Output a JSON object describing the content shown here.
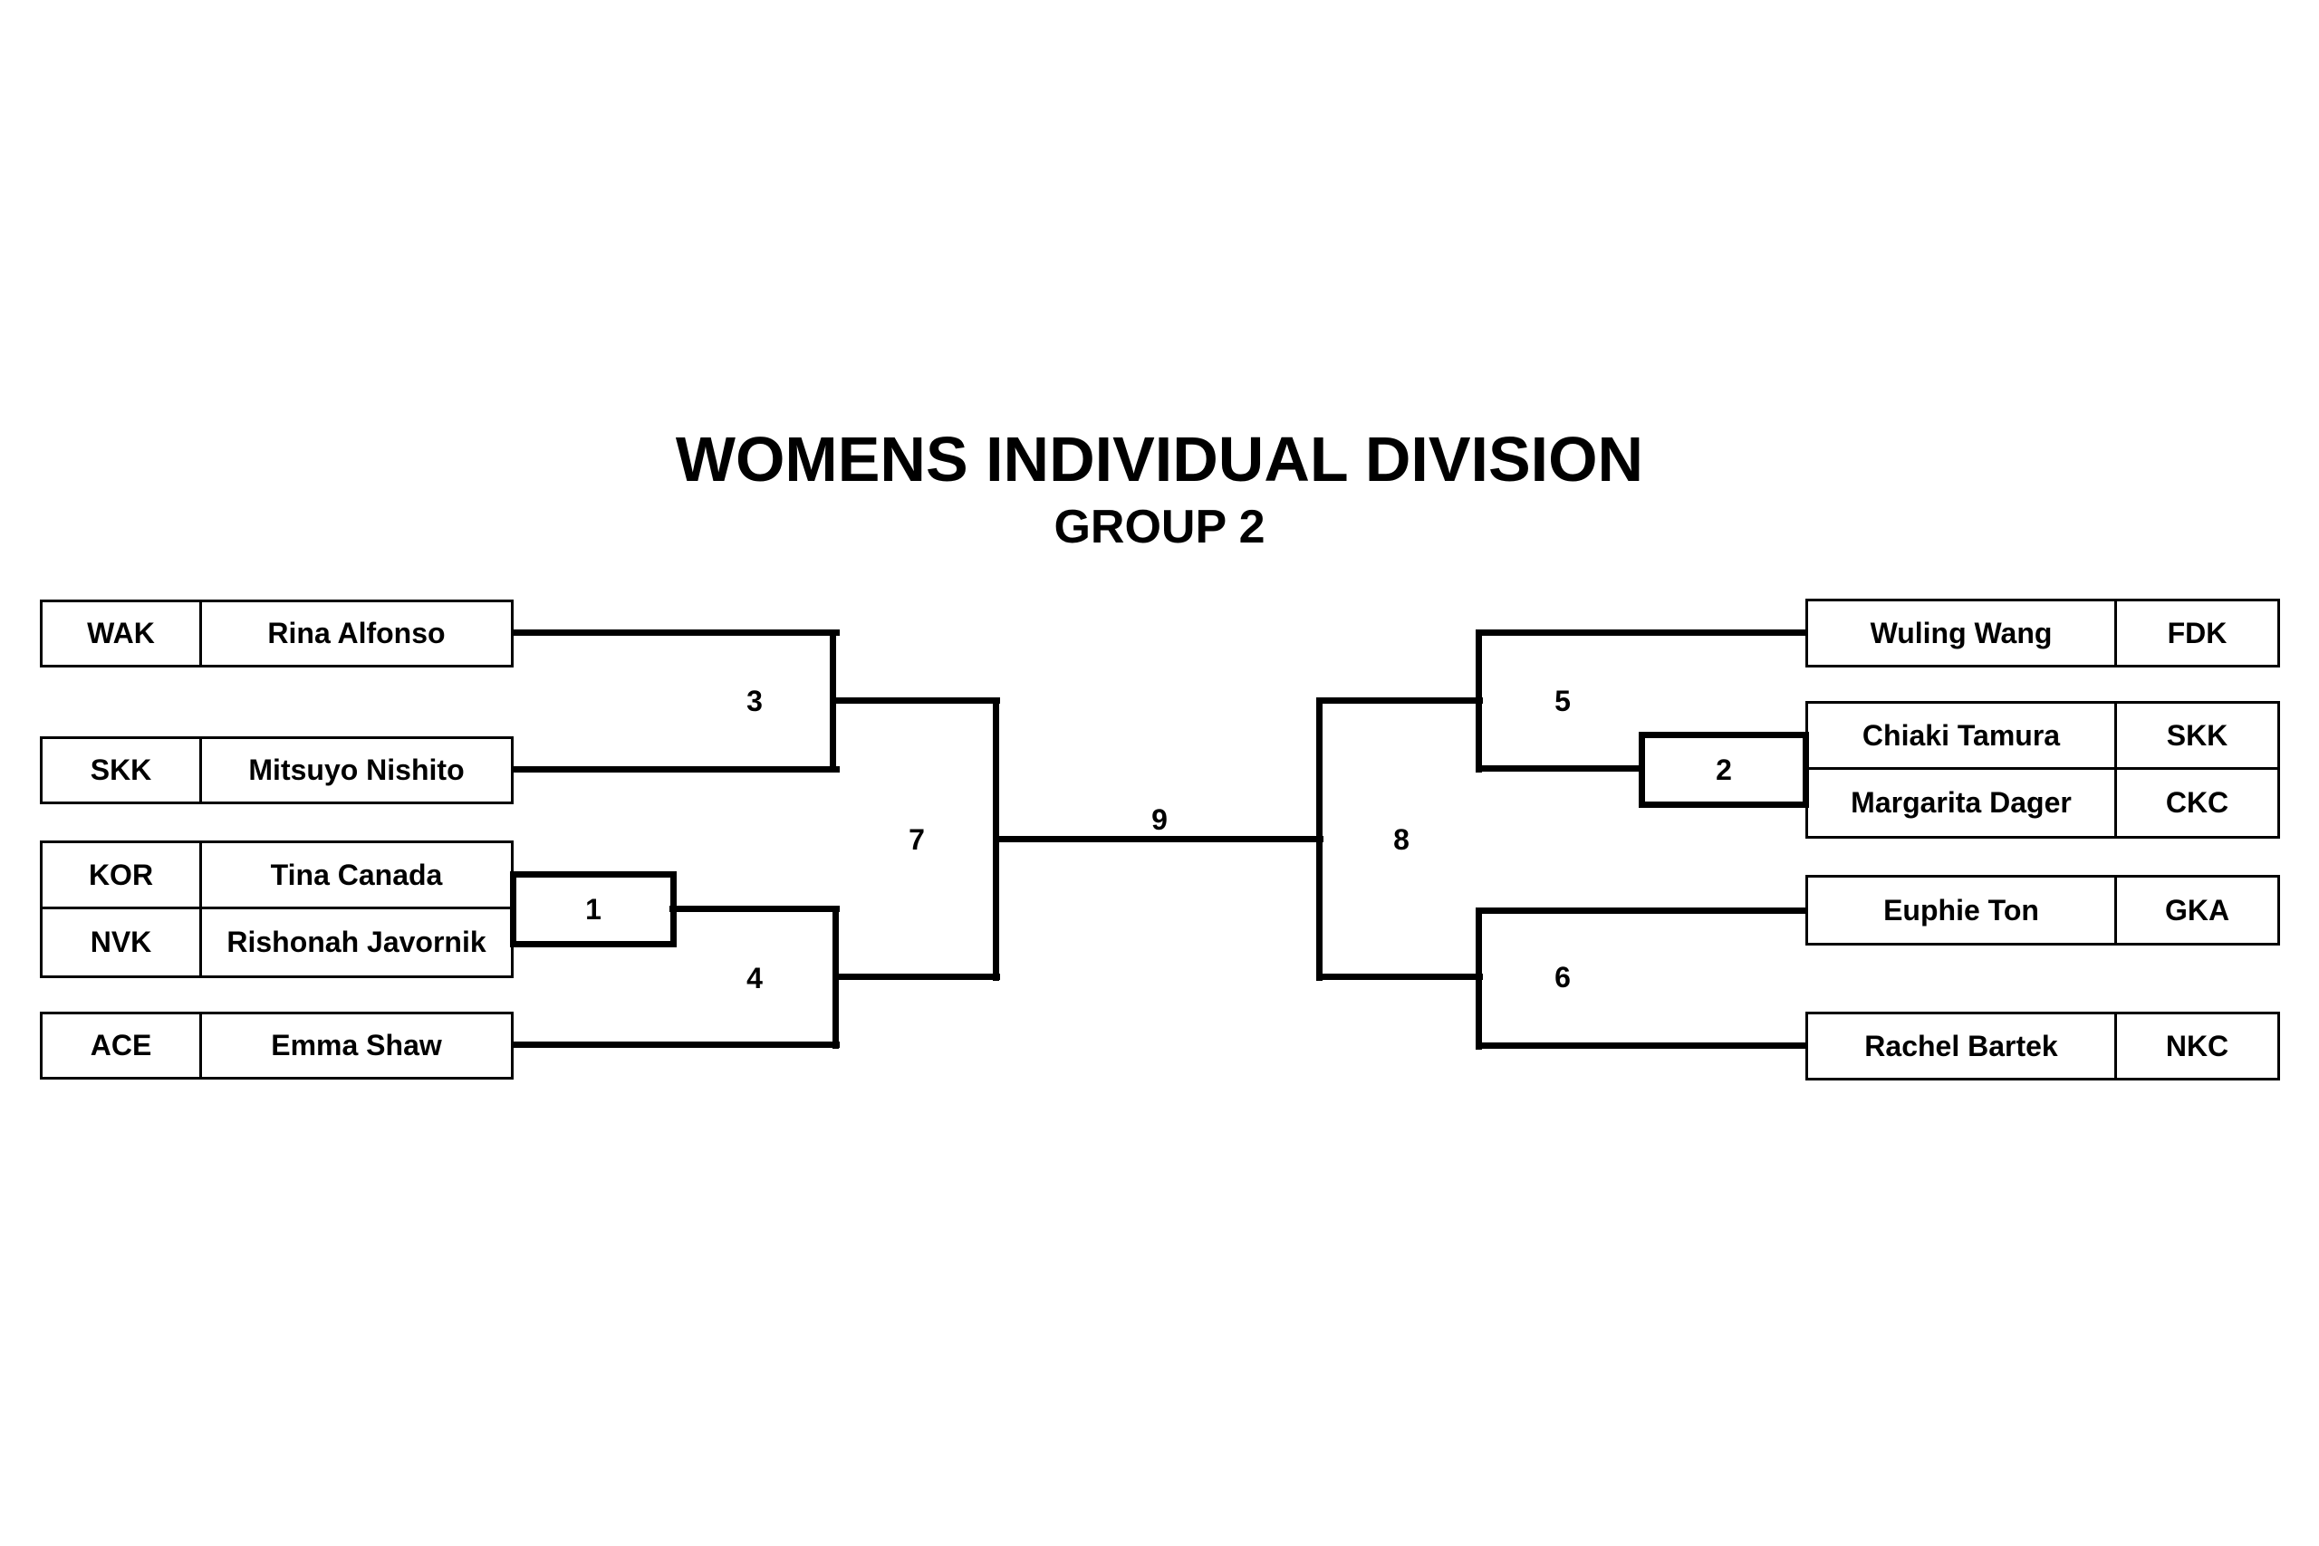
{
  "header": {
    "title": "WOMENS INDIVIDUAL DIVISION",
    "subtitle": "GROUP 2"
  },
  "bracket": {
    "left_entrants": [
      {
        "abbr": "WAK",
        "name": "Rina Alfonso"
      },
      {
        "abbr": "SKK",
        "name": "Mitsuyo Nishito"
      },
      {
        "abbr": "KOR",
        "name": "Tina Canada"
      },
      {
        "abbr": "NVK",
        "name": "Rishonah Javornik"
      },
      {
        "abbr": "ACE",
        "name": "Emma Shaw"
      }
    ],
    "right_entrants": [
      {
        "name": "Wuling Wang",
        "abbr": "FDK"
      },
      {
        "name": "Chiaki Tamura",
        "abbr": "SKK"
      },
      {
        "name": "Margarita Dager",
        "abbr": "CKC"
      },
      {
        "name": "Euphie Ton",
        "abbr": "GKA"
      },
      {
        "name": "Rachel Bartek",
        "abbr": "NKC"
      }
    ],
    "match_labels": {
      "m1": "1",
      "m2": "2",
      "m3": "3",
      "m4": "4",
      "m5": "5",
      "m6": "6",
      "m7": "7",
      "m8": "8",
      "m9": "9"
    }
  },
  "colors": {
    "line": "#000000",
    "text": "#000000",
    "background": "#ffffff"
  }
}
